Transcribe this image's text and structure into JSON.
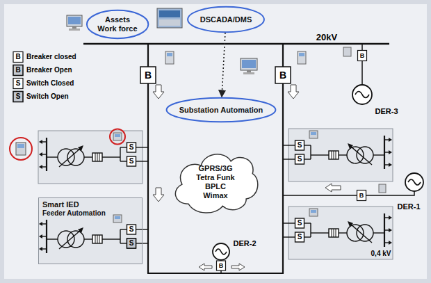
{
  "diagram": {
    "nodes": [
      {
        "text": [
          "Assets Work force"
        ]
      },
      {
        "text": [
          "DSCADA/DMS"
        ]
      },
      {
        "text": [
          "Substation Automation"
        ]
      },
      {
        "text": [
          "GPRS/3G",
          "Tetra Funk",
          "BPLC",
          "Wimax"
        ]
      },
      {
        "text": [
          "Smart IED",
          "Feeder Automation"
        ]
      }
    ],
    "edges": [
      {
        "from": 1,
        "to": 2,
        "arrow": "to"
      }
    ],
    "labels": [
      "B",
      "B",
      "S",
      "S",
      "20kV",
      "B",
      "B",
      "B",
      "DER-3",
      "S",
      "S",
      "S",
      "S",
      "B",
      "DER-1",
      "S",
      "S",
      "S",
      "S",
      "DER-2",
      "B",
      "0,4 kV"
    ],
    "legend": [
      {
        "text": "Breaker closed"
      },
      {
        "text": "Breaker Open"
      },
      {
        "text": "Switch Closed"
      },
      {
        "text": "Switch Open"
      }
    ]
  }
}
